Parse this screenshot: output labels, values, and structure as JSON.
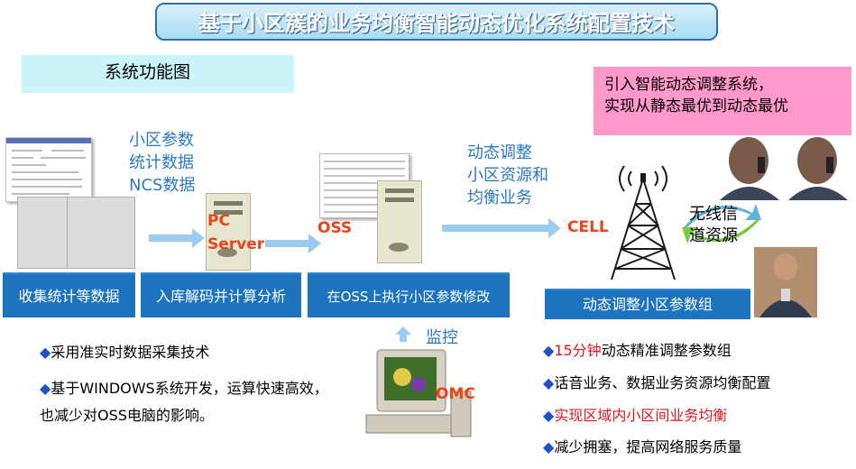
{
  "title": "基于小区簇的业务均衡智能动态优化系统配置技术",
  "func_title": "系统功能图",
  "intro": [
    "引入智能动态调整系统，",
    "实现从静态最优到动态最优"
  ],
  "inputs_label": [
    "小区参数",
    "统计数据",
    "NCS数据"
  ],
  "adjust_label": [
    "动态调整",
    "小区资源和",
    "均衡业务"
  ],
  "monitor_label": "监控",
  "pc_server_label": [
    "PC",
    "Server"
  ],
  "oss_label": "OSS",
  "omc_label": "OMC",
  "cell_label": "CELL",
  "wireless_label": [
    "无线信",
    "道资源"
  ],
  "steps": [
    "收集统计等数据",
    "入库解码并计算分析",
    "在OSS上执行小区参数修改"
  ],
  "dynamic_group": "动态调整小区参数组",
  "left_bullets": [
    {
      "text": "采用准实时数据采集技术"
    },
    {
      "text": "基于WINDOWS系统开发，运算快速高效，也减少对OSS电脑的影响。"
    }
  ],
  "right_bullets": [
    {
      "red": "15分钟",
      "text": "动态精准调整参数组"
    },
    {
      "red": "",
      "text": "话音业务、数据业务资源均衡配置"
    },
    {
      "red": "实现区域内小区间业务均衡",
      "text": ""
    },
    {
      "red": "",
      "text": "减少拥塞，提高网络服务质量"
    }
  ],
  "colors": {
    "step_blue": "#1e73be",
    "label_red": "#e8431a",
    "bullet_diamond": "#1e50c8",
    "intro_pink": "#ff99cc"
  }
}
